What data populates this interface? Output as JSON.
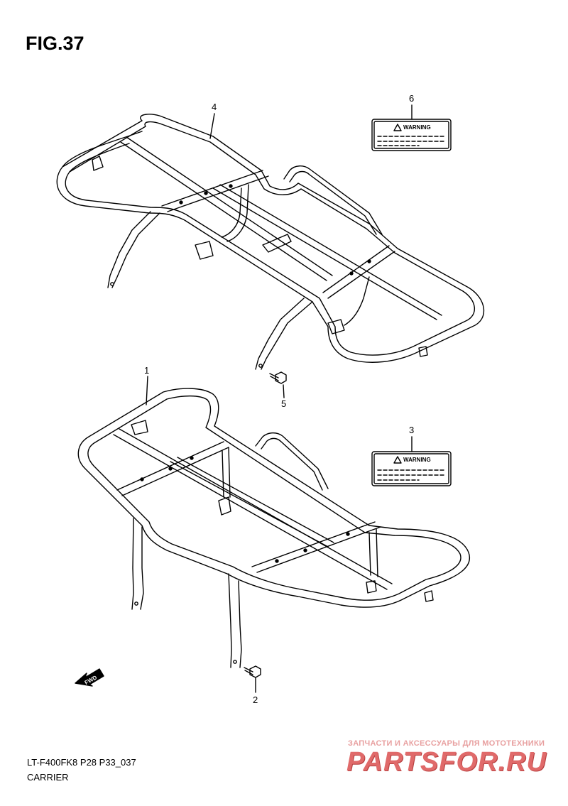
{
  "figure": {
    "title": "FIG.37",
    "model_code": "LT-F400FK8 P28 P33_037",
    "section_name": "CARRIER"
  },
  "parts": [
    {
      "ref": "1"
    },
    {
      "ref": "2"
    },
    {
      "ref": "3",
      "label_text": "WARNING"
    },
    {
      "ref": "4"
    },
    {
      "ref": "5"
    },
    {
      "ref": "6",
      "label_text": "WARNING"
    }
  ],
  "direction_marker": {
    "text": "FWD"
  },
  "watermark": {
    "subtitle": "ЗАПЧАСТИ И АКСЕССУАРЫ ДЛЯ МОТОТЕХНИКИ",
    "brand": "PARTSFOR.RU"
  },
  "colors": {
    "line": "#000000",
    "background": "#ffffff",
    "watermark": "#e06a6a"
  }
}
